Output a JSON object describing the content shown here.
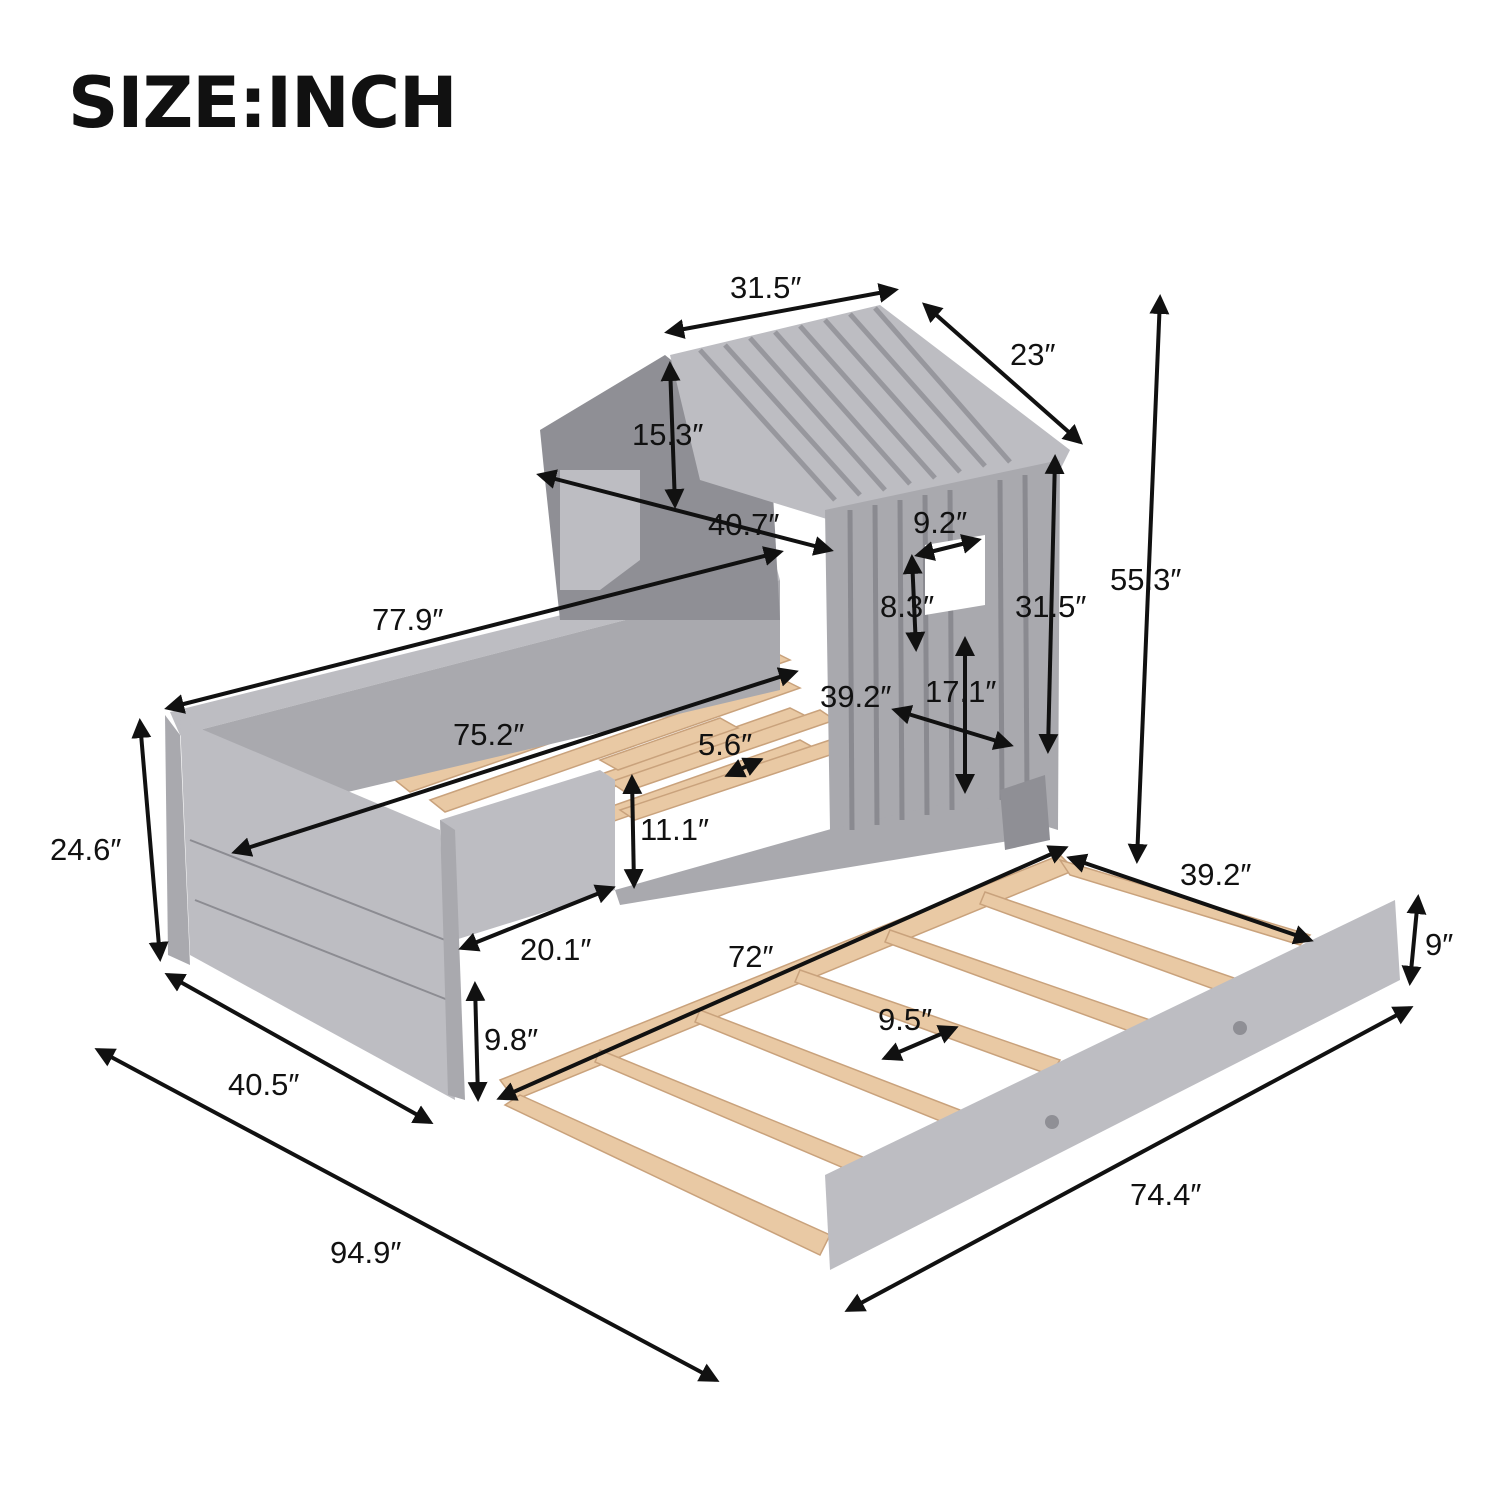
{
  "title": "SIZE:INCH",
  "colors": {
    "frame": "#a9a9ae",
    "frame_dark": "#8f8f95",
    "frame_light": "#bdbdc2",
    "slat_wood": "#e9c9a4",
    "dimension": "#111111"
  },
  "dimensions": {
    "roof_width": "31.5″",
    "roof_depth": "23″",
    "total_height": "55.3″",
    "gable_height": "15.3″",
    "house_width": "40.7″",
    "window_width": "9.2″",
    "window_height": "8.3″",
    "house_wall_height": "31.5″",
    "bed_length_outer": "77.9″",
    "bed_length_inner": "75.2″",
    "inner_width": "39.2″",
    "opening_height": "17.1″",
    "slat_gap": "5.6″",
    "rail_height": "11.1″",
    "guard_height": "24.6″",
    "entry_width": "20.1″",
    "leg_height": "9.8″",
    "bed_width": "40.5″",
    "overall_length": "94.9″",
    "trundle_length_inner": "72″",
    "trundle_width": "39.2″",
    "trundle_height": "9″",
    "trundle_slat_gap": "9.5″",
    "trundle_length_outer": "74.4″"
  }
}
